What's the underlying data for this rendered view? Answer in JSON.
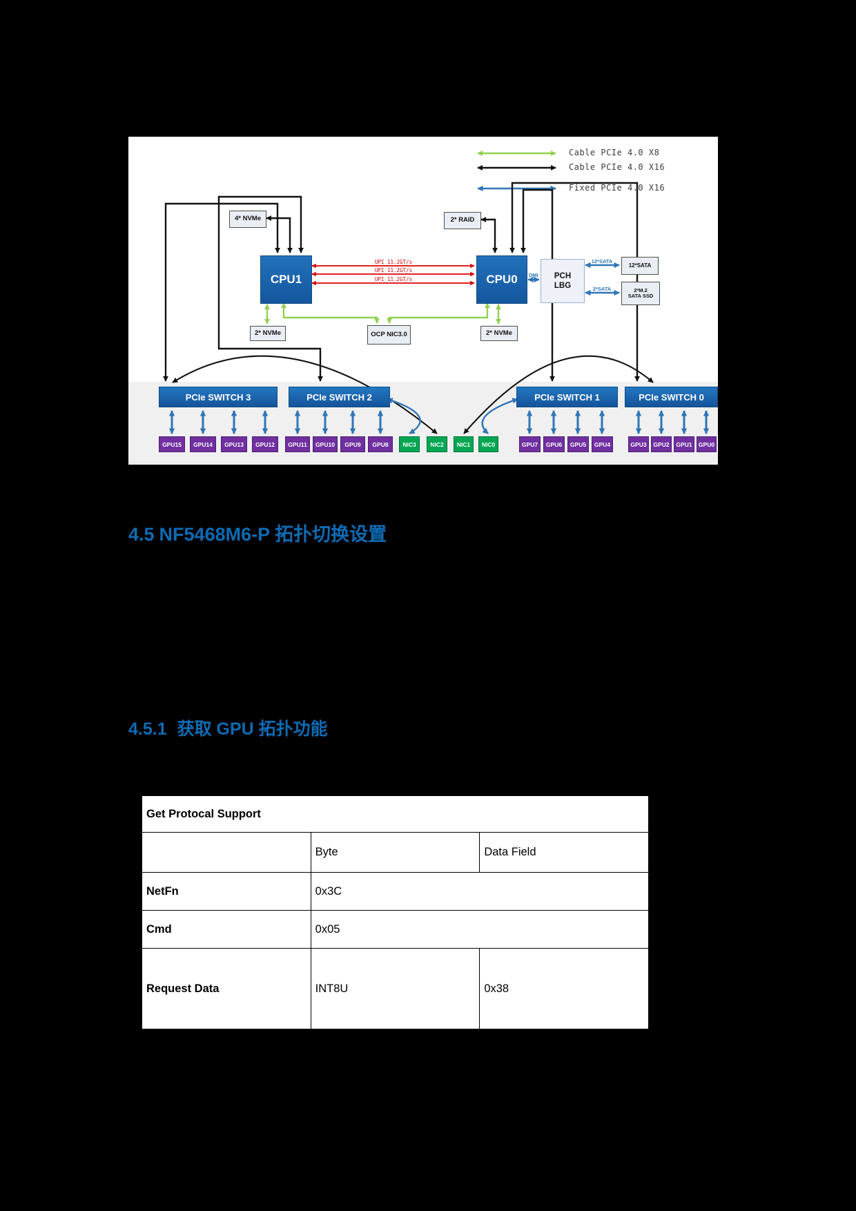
{
  "colors": {
    "heading_blue": "#0e6bb4",
    "cpu_switch_blue": "#1a67b0",
    "gpu_purple": "#7030a0",
    "nic_green": "#00a651",
    "cable_x8_green": "#92d050",
    "cable_x16_black": "#000000",
    "fixed_x16_blue": "#2e75b6",
    "upi_red": "#dd0000"
  },
  "diagram": {
    "legend": [
      {
        "label": "Cable PCIe 4.0 X8",
        "color": "#92d050"
      },
      {
        "label": "Cable PCIe 4.0 X16",
        "color": "#000000"
      },
      {
        "label": "Fixed PCIe 4.0 X16",
        "color": "#2e75b6"
      }
    ],
    "devices": {
      "nvme4": "4* NVMe",
      "raid": "2* RAID",
      "cpu1": "CPU1",
      "cpu0": "CPU0",
      "pch_line1": "PCH",
      "pch_line2": "LBG",
      "sata12_box": "12*SATA",
      "m2_line1": "2*M.2",
      "m2_line2": "SATA SSD",
      "nvme2_left": "2* NVMe",
      "nvme2_right": "2* NVMe",
      "ocp": "OCP NIC3.0"
    },
    "upi_links": [
      "UPI 11.2GT/s",
      "UPI 11.2GT/s",
      "UPI 11.2GT/s"
    ],
    "bus_labels": {
      "dmi": "DMI",
      "sata12": "12*SATA",
      "sata2": "2*SATA"
    },
    "switches": [
      {
        "label": "PCIe SWITCH 3"
      },
      {
        "label": "PCIe SWITCH 2"
      },
      {
        "label": "PCIe SWITCH 1"
      },
      {
        "label": "PCIe SWITCH 0"
      }
    ],
    "endpoints": [
      {
        "label": "GPU15",
        "type": "gpu"
      },
      {
        "label": "GPU14",
        "type": "gpu"
      },
      {
        "label": "GPU13",
        "type": "gpu"
      },
      {
        "label": "GPU12",
        "type": "gpu"
      },
      {
        "label": "GPU11",
        "type": "gpu"
      },
      {
        "label": "GPU10",
        "type": "gpu"
      },
      {
        "label": "GPU9",
        "type": "gpu"
      },
      {
        "label": "GPU8",
        "type": "gpu"
      },
      {
        "label": "NIC3",
        "type": "nic"
      },
      {
        "label": "NIC2",
        "type": "nic"
      },
      {
        "label": "NIC1",
        "type": "nic"
      },
      {
        "label": "NIC0",
        "type": "nic"
      },
      {
        "label": "GPU7",
        "type": "gpu"
      },
      {
        "label": "GPU6",
        "type": "gpu"
      },
      {
        "label": "GPU5",
        "type": "gpu"
      },
      {
        "label": "GPU4",
        "type": "gpu"
      },
      {
        "label": "GPU3",
        "type": "gpu"
      },
      {
        "label": "GPU2",
        "type": "gpu"
      },
      {
        "label": "GPU1",
        "type": "gpu"
      },
      {
        "label": "GPU0",
        "type": "gpu"
      }
    ]
  },
  "sections": {
    "h1_number": "4.5",
    "h1_title": "NF5468M6-P 拓扑切换设置",
    "h2_number": "4.5.1",
    "h2_title": "获取 GPU 拓扑功能"
  },
  "table": {
    "title": "Get Protocal Support",
    "header": {
      "col2": "Byte",
      "col3": "Data Field"
    },
    "rows": [
      {
        "label": "NetFn",
        "value": "0x3C"
      },
      {
        "label": "Cmd",
        "value": "0x05"
      },
      {
        "label": "Request Data",
        "byte": "INT8U",
        "field": "0x38"
      }
    ]
  }
}
